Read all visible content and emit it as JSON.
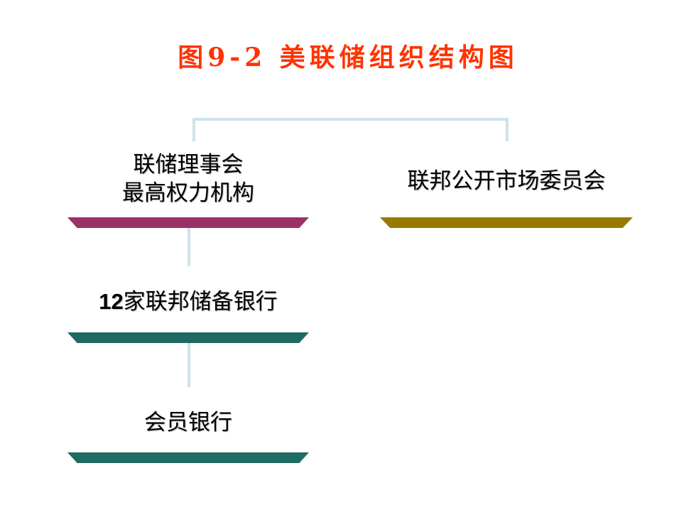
{
  "title": "图9-2  美联储组织结构图",
  "nodes": {
    "board": {
      "line1": "联储理事会",
      "line2": "最高权力机构"
    },
    "fomc": {
      "label": "联邦公开市场委员会"
    },
    "reserve_banks": {
      "count": "12",
      "label": "家联邦储备银行"
    },
    "member_banks": {
      "label": "会员银行"
    }
  },
  "colors": {
    "title": "#ff3300",
    "board_bar": "#993366",
    "fomc_bar": "#997a00",
    "reserve_banks_bar": "#1f6b63",
    "member_banks_bar": "#1f6b63",
    "connector": "#cde3e8"
  }
}
